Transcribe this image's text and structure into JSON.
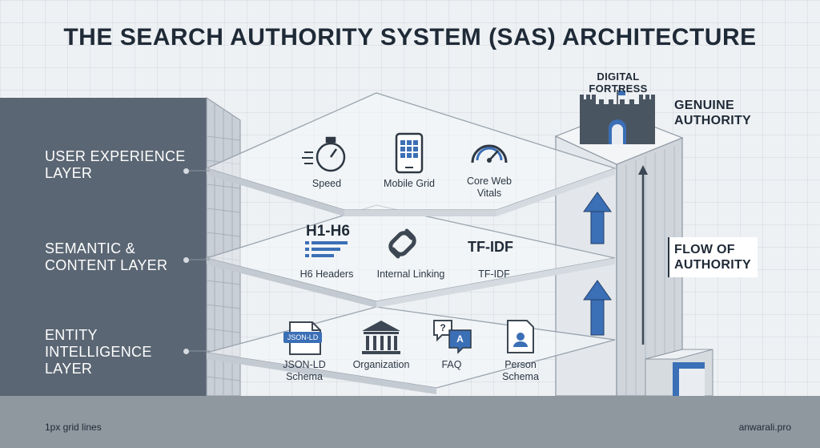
{
  "title": "THE SEARCH AUTHORITY SYSTEM (SAS) ARCHITECTURE",
  "layers": [
    {
      "label": "USER EXPERIENCE\nLAYER"
    },
    {
      "label": "SEMANTIC &\nCONTENT LAYER"
    },
    {
      "label": "ENTITY\nINTELLIGENCE\nLAYER"
    }
  ],
  "ux_items": [
    {
      "label": "Speed",
      "icon": "stopwatch-icon"
    },
    {
      "label": "Mobile Grid",
      "icon": "mobile-grid-icon"
    },
    {
      "label": "Core Web\nVitals",
      "icon": "gauge-icon"
    }
  ],
  "semantic_items": [
    {
      "label": "H6 Headers",
      "icon": "headers-icon",
      "heading": "H1-H6"
    },
    {
      "label": "Internal Linking",
      "icon": "link-icon"
    },
    {
      "label": "TF-IDF",
      "heading": "TF-IDF"
    }
  ],
  "entity_items": [
    {
      "label": "JSON-LD\nSchema",
      "icon": "json-file-icon",
      "badge": "JSON-LD"
    },
    {
      "label": "Organization",
      "icon": "building-icon"
    },
    {
      "label": "FAQ",
      "icon": "faq-bubbles-icon",
      "q": "?",
      "a": "A"
    },
    {
      "label": "Person\nSchema",
      "icon": "person-card-icon"
    }
  ],
  "tower": {
    "fortress_label": "DIGITAL\nFORTRESS",
    "genuine_label": "GENUINE\nAUTHORITY",
    "flow_label": "FLOW OF\nAUTHORITY"
  },
  "footer": {
    "left": "1px grid lines",
    "right": "anwarali.pro"
  },
  "colors": {
    "accent_blue": "#3b6fb6",
    "panel": "#5a6673",
    "ground": "#8f979f"
  }
}
